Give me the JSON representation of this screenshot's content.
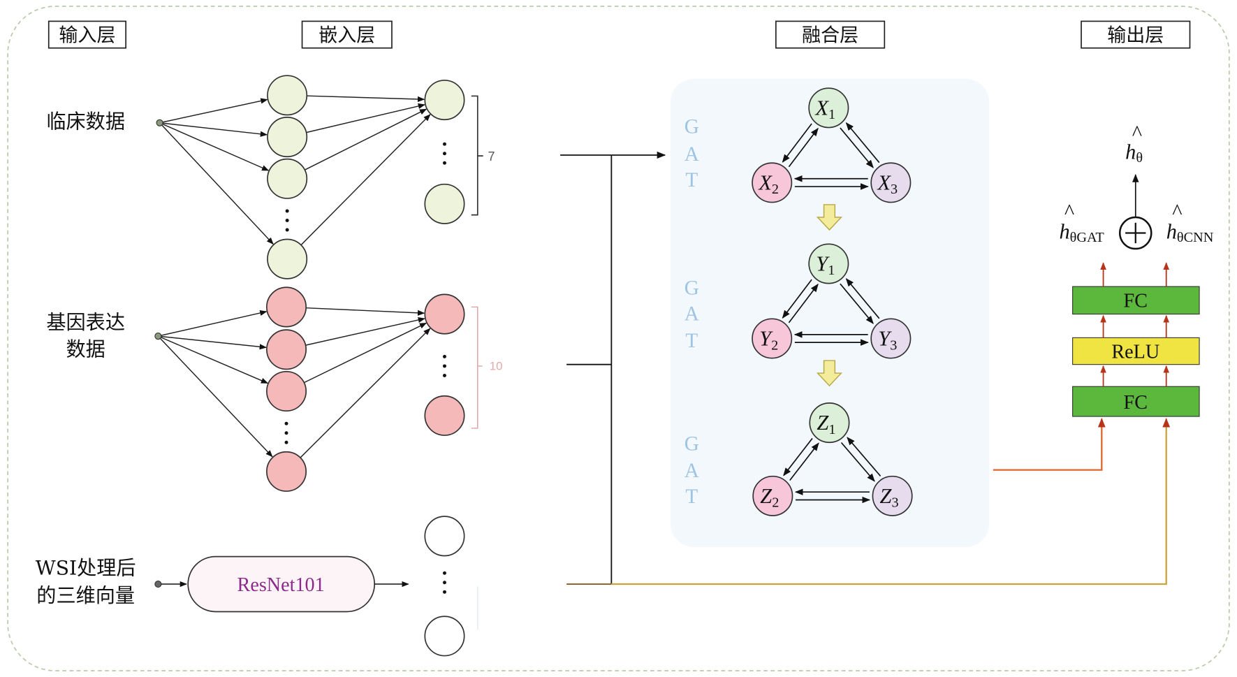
{
  "layers": {
    "input": "输入层",
    "embedding": "嵌入层",
    "fusion": "融合层",
    "output": "输出层"
  },
  "inputs": {
    "clinical": "临床数据",
    "gene_line1": "基因表达",
    "gene_line2": "数据",
    "wsi_line1": "WSI处理后",
    "wsi_line2": "的三维向量"
  },
  "embedding": {
    "clinical_count": "7",
    "gene_count": "10",
    "resnet_label": "ResNet101"
  },
  "fusion": {
    "gat_letters": [
      "G",
      "A",
      "T"
    ],
    "graphs": [
      {
        "var": "X",
        "nodes": [
          "1",
          "2",
          "3"
        ]
      },
      {
        "var": "Y",
        "nodes": [
          "1",
          "2",
          "3"
        ]
      },
      {
        "var": "Z",
        "nodes": [
          "1",
          "2",
          "3"
        ]
      }
    ]
  },
  "output": {
    "fc_top": "FC",
    "relu": "ReLU",
    "fc_bottom": "FC",
    "h_base": "h",
    "hat": "^",
    "theta": "θ",
    "gat_sub": "GAT",
    "cnn_sub": "CNN"
  },
  "colors": {
    "clinical_node": "#eef3dc",
    "gene_node": "#f5b9b9",
    "wsi_node": "#ffffff",
    "graph_node_top": "#dcefd8",
    "graph_node_left": "#f7c6d8",
    "graph_node_right": "#e6dcee",
    "gat_panel": "#f3f8fc",
    "fc": "#5cb83c",
    "relu": "#f0e442",
    "gat_path": "#e0632a",
    "cnn_path": "#c9a23a"
  }
}
